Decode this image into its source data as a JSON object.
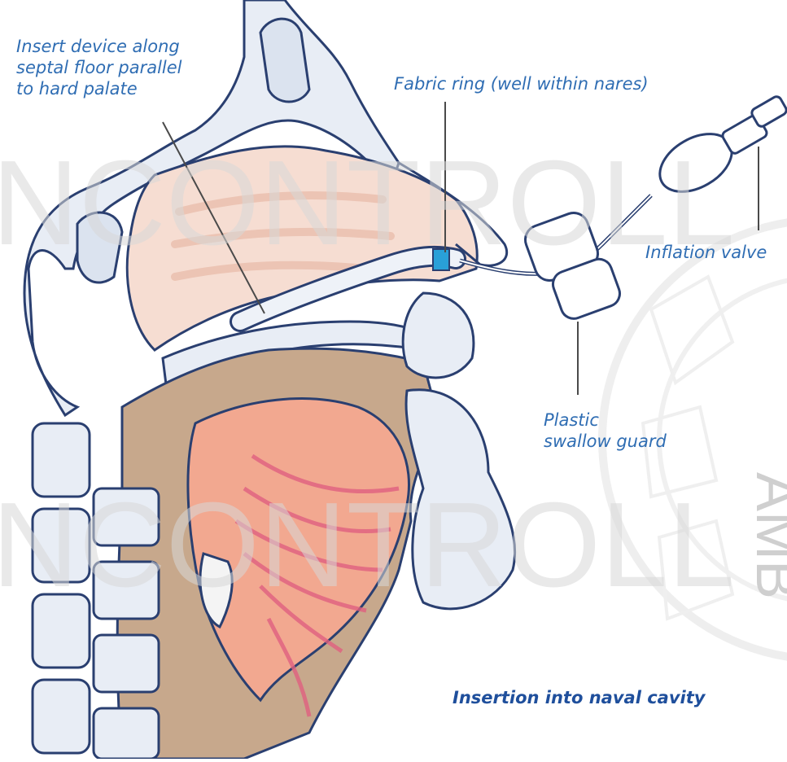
{
  "labels": {
    "insert_device": [
      "Insert device along",
      "septal floor parallel",
      "to hard palate"
    ],
    "fabric_ring": "Fabric ring (well within nares)",
    "inflation_valve": "Inflation valve",
    "swallow_guard": [
      "Plastic",
      "swallow guard"
    ]
  },
  "caption": "Insertion into naval cavity",
  "watermark": {
    "lines": [
      "NCONTROLL",
      "NCONTROLL"
    ],
    "seal_text": "AMB"
  },
  "colors": {
    "outline": "#2a3f70",
    "leader": "#4a4a4a",
    "label_text": "#2f6db3",
    "caption_text": "#1f4f9c",
    "bone": "#e8edf5",
    "nasal_cavity": "#f6ddd2",
    "pharynx": "#c7a88c",
    "tongue": "#f2a890",
    "tongue_stripes": "#e06080",
    "cuff_band": "#29a0d8"
  }
}
